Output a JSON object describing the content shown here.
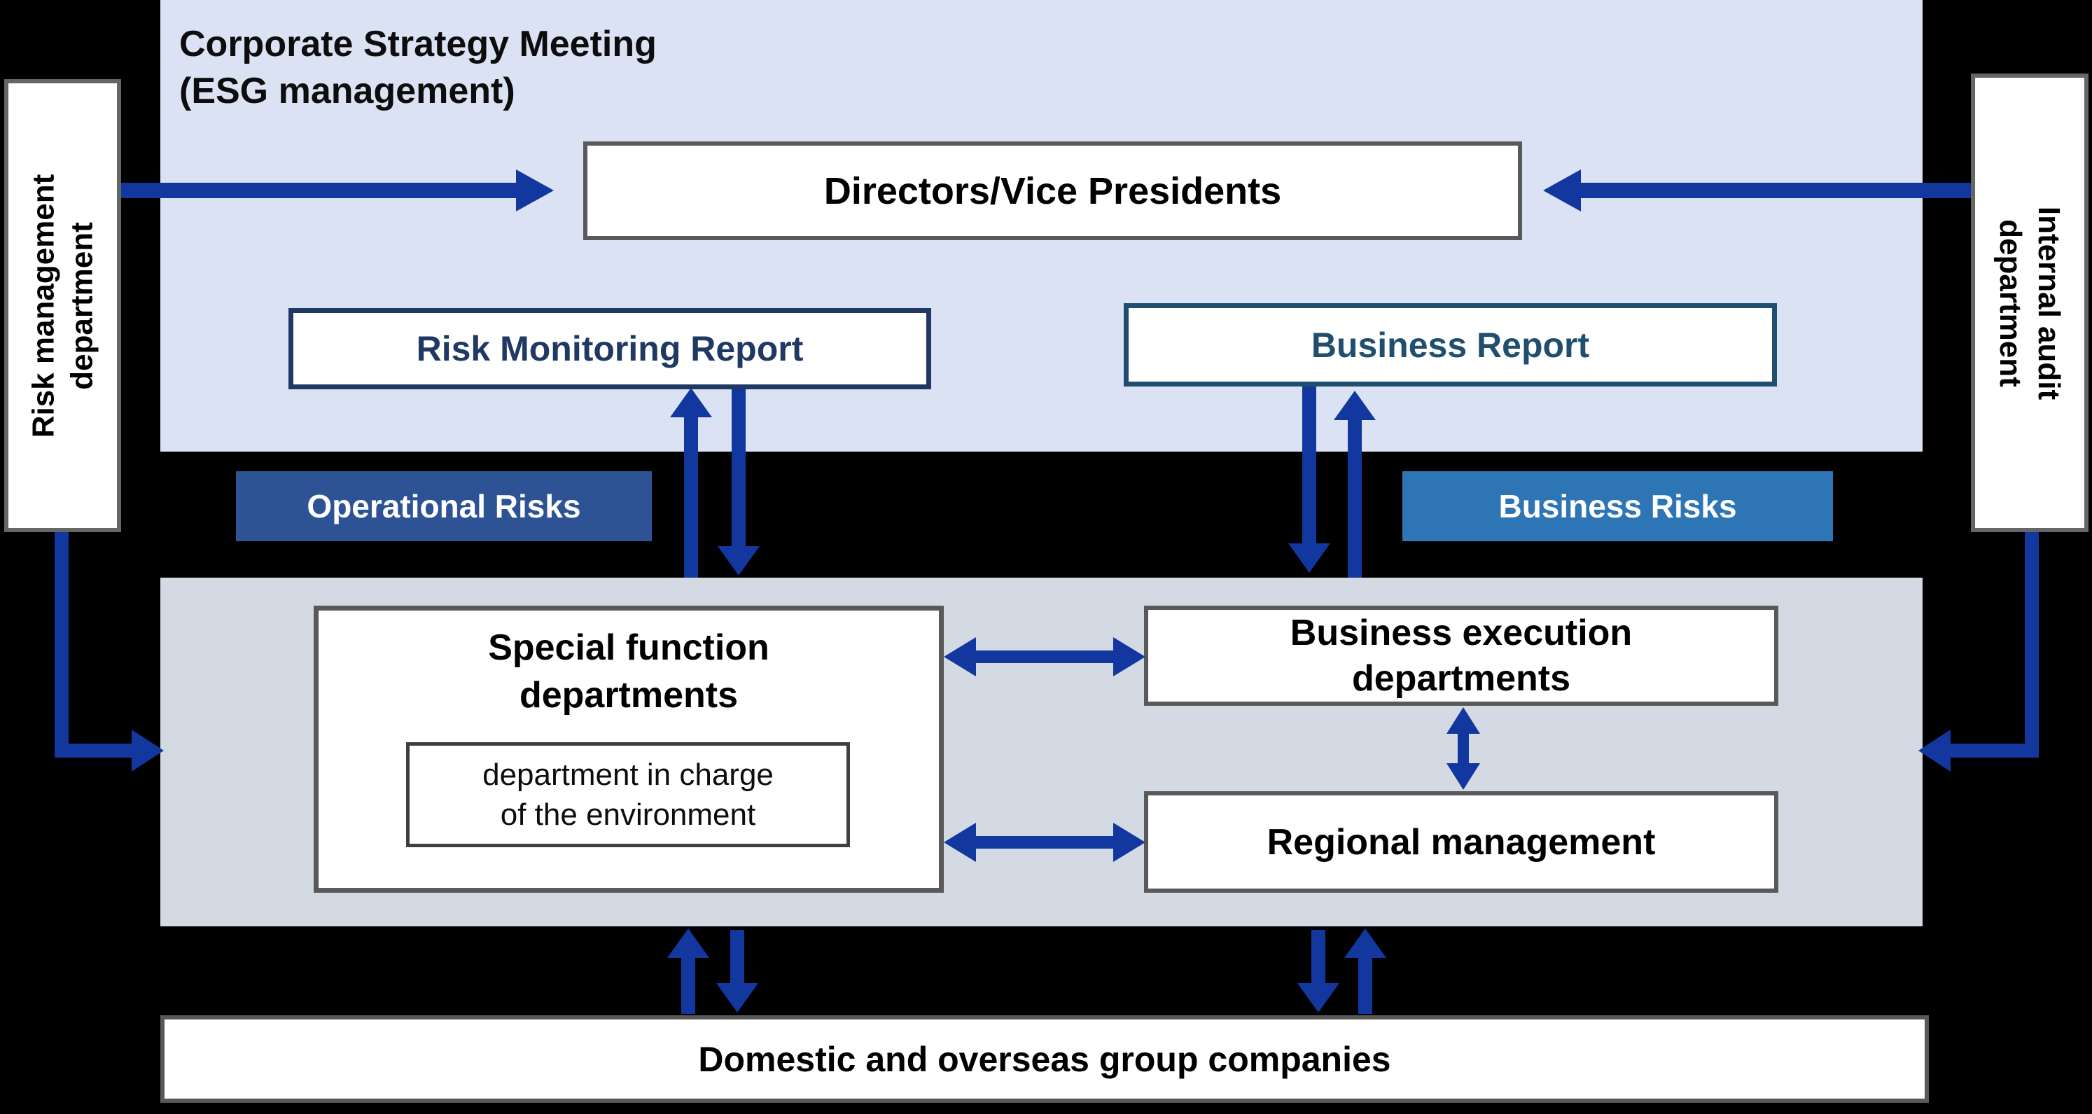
{
  "diagram": {
    "top_panel": {
      "title_line1": "Corporate Strategy Meeting",
      "title_line2": "(ESG management)"
    },
    "boxes": {
      "directors": "Directors/Vice Presidents",
      "risk_monitoring_report": "Risk Monitoring Report",
      "business_report": "Business Report",
      "special_function_line1": "Special function",
      "special_function_line2": "departments",
      "environment_line1": "department in charge",
      "environment_line2": "of the environment",
      "business_execution_line1": "Business execution",
      "business_execution_line2": "departments",
      "regional_management": "Regional management",
      "group_companies": "Domestic and overseas group companies"
    },
    "side_boxes": {
      "risk_management_line1": "Risk management",
      "risk_management_line2": "department",
      "internal_audit_line1": "Internal audit",
      "internal_audit_line2": "department"
    },
    "badges": {
      "operational_risks": "Operational Risks",
      "business_risks": "Business Risks"
    },
    "colors": {
      "background": "#000000",
      "top_panel": "#dae2f4",
      "lower_panel": "#d4dae3",
      "arrow_blue": "#12379e",
      "operational_badge": "#2e5395",
      "business_badge": "#2e75b6",
      "risk_report_navy": "#203864",
      "business_report_steel": "#1f4e6e",
      "box_border_gray": "#595959"
    }
  }
}
